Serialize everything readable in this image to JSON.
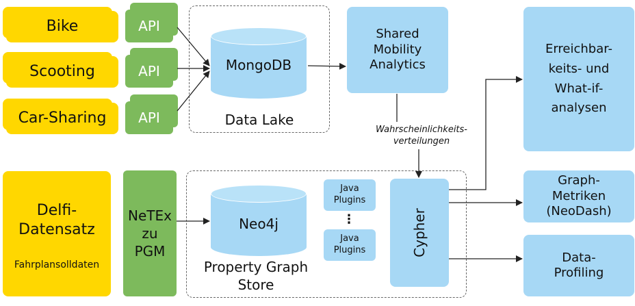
{
  "sources": {
    "bike": "Bike",
    "scooting": "Scooting",
    "carsharing": "Car-Sharing",
    "delfi_title": "Delfi-\nDatensatz",
    "delfi_sub": "Fahrplansolldaten"
  },
  "apis": [
    "API",
    "API",
    "API"
  ],
  "netex": "NeTEx\nzu\nPGM",
  "data_lake": {
    "db": "MongoDB",
    "label": "Data Lake"
  },
  "analytics": "Shared\nMobility\nAnalytics",
  "flow_label": "Wahrscheinlichkeits-\nverteilungen",
  "graph_store": {
    "db": "Neo4j",
    "label": "Property Graph\nStore",
    "plugin1": "Java\nPlugins",
    "dots": "⋮",
    "plugin2": "Java\nPlugins",
    "cypher": "Cypher"
  },
  "outputs": {
    "reach": "Erreichbar-\nkeits- und\nWhat-if-\nanalysen",
    "metrics": "Graph-\nMetriken\n(NeoDash)",
    "profiling": "Data-\nProfiling"
  },
  "colors": {
    "source": "#FFD700",
    "transform": "#7DBA5C",
    "component": "#A7D8F5"
  }
}
